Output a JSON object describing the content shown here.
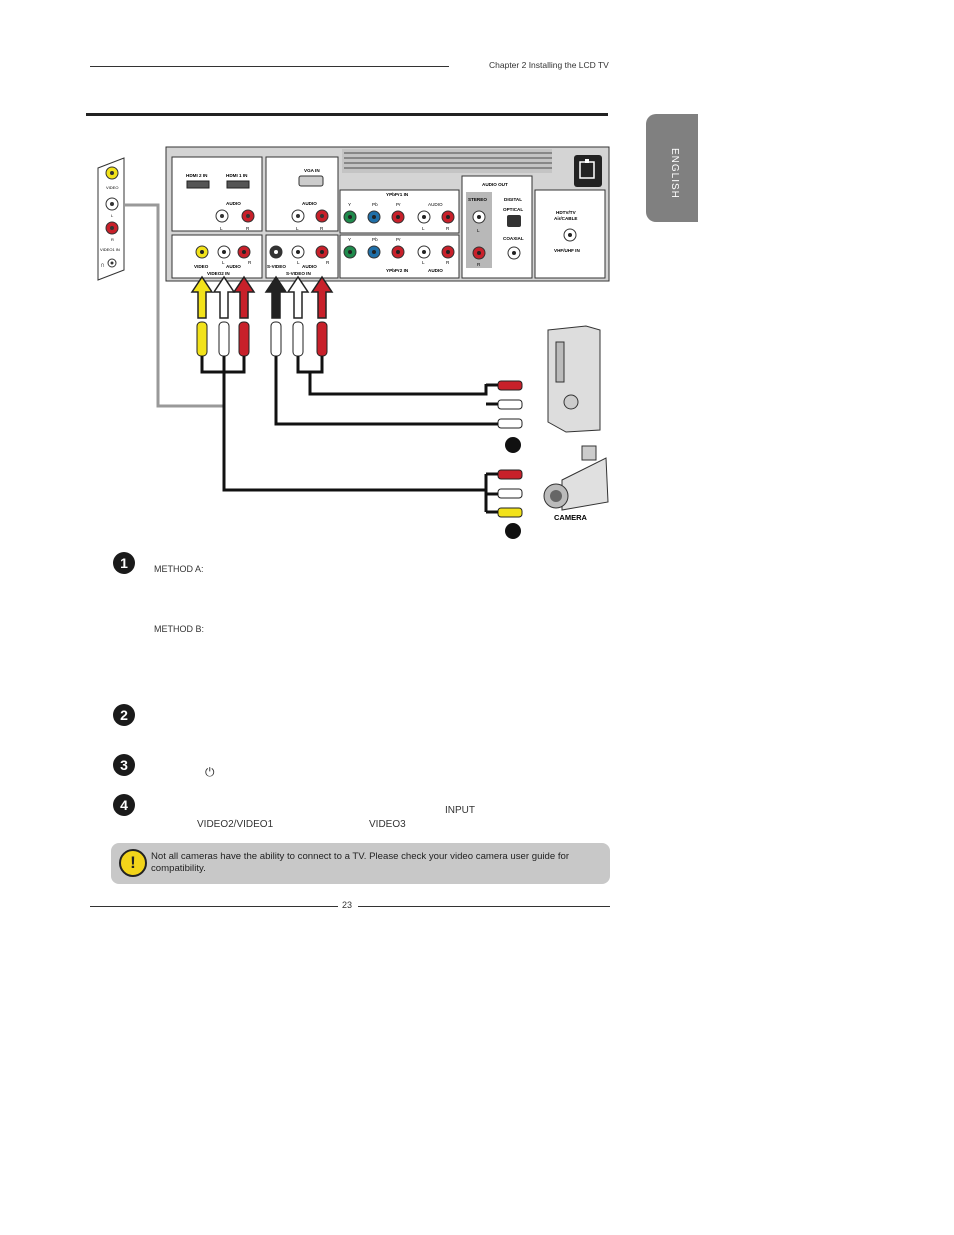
{
  "header": {
    "chapter": "Chapter 2 Installing the LCD TV"
  },
  "side_tab": {
    "label": "ENGLISH"
  },
  "diagram": {
    "side_panel": {
      "video": "VIDEO",
      "l": "L",
      "r": "R",
      "video1": "VIDEO1 IN"
    },
    "labels": {
      "hdmi2": "HDMI 2 IN",
      "hdmi1": "HDMI 1 IN",
      "vga": "VGA IN",
      "audio": "AUDIO",
      "l": "L",
      "r": "R",
      "ypbpr1": "YPbPr1 IN",
      "ypbpr2": "YPbPr2 IN",
      "y": "Y",
      "pb": "Pb",
      "pr": "Pr",
      "audio_out": "AUDIO OUT",
      "stereo": "STEREO",
      "digital": "DIGITAL",
      "optical": "OPTICAL",
      "coaxial": "COAXIAL",
      "hdtv": "HDTV/TV",
      "air_cable": "Air/CABLE",
      "vhf": "VHF/UHF IN",
      "video": "VIDEO",
      "video2": "VIDEO2 IN",
      "svideo": "S-VIDEO",
      "svideo_in": "S-VIDEO IN",
      "camera": "CAMERA"
    }
  },
  "steps": {
    "s1": "1",
    "s2": "2",
    "s3": "3",
    "s4": "4",
    "method_a": "METHOD A:",
    "method_b": "METHOD B:",
    "power_symbol": "⏻",
    "input": "INPUT",
    "video2_video1": "VIDEO2/VIDEO1",
    "video3": "VIDEO3"
  },
  "note": {
    "text": "Not all cameras have the ability to connect to a TV. Please check your video camera user guide for compatibility."
  },
  "footer": {
    "page": "23"
  },
  "colors": {
    "yellow": "#f2e21a",
    "red": "#c8202a",
    "white": "#ffffff",
    "panel_gray": "#d4d4d4"
  }
}
